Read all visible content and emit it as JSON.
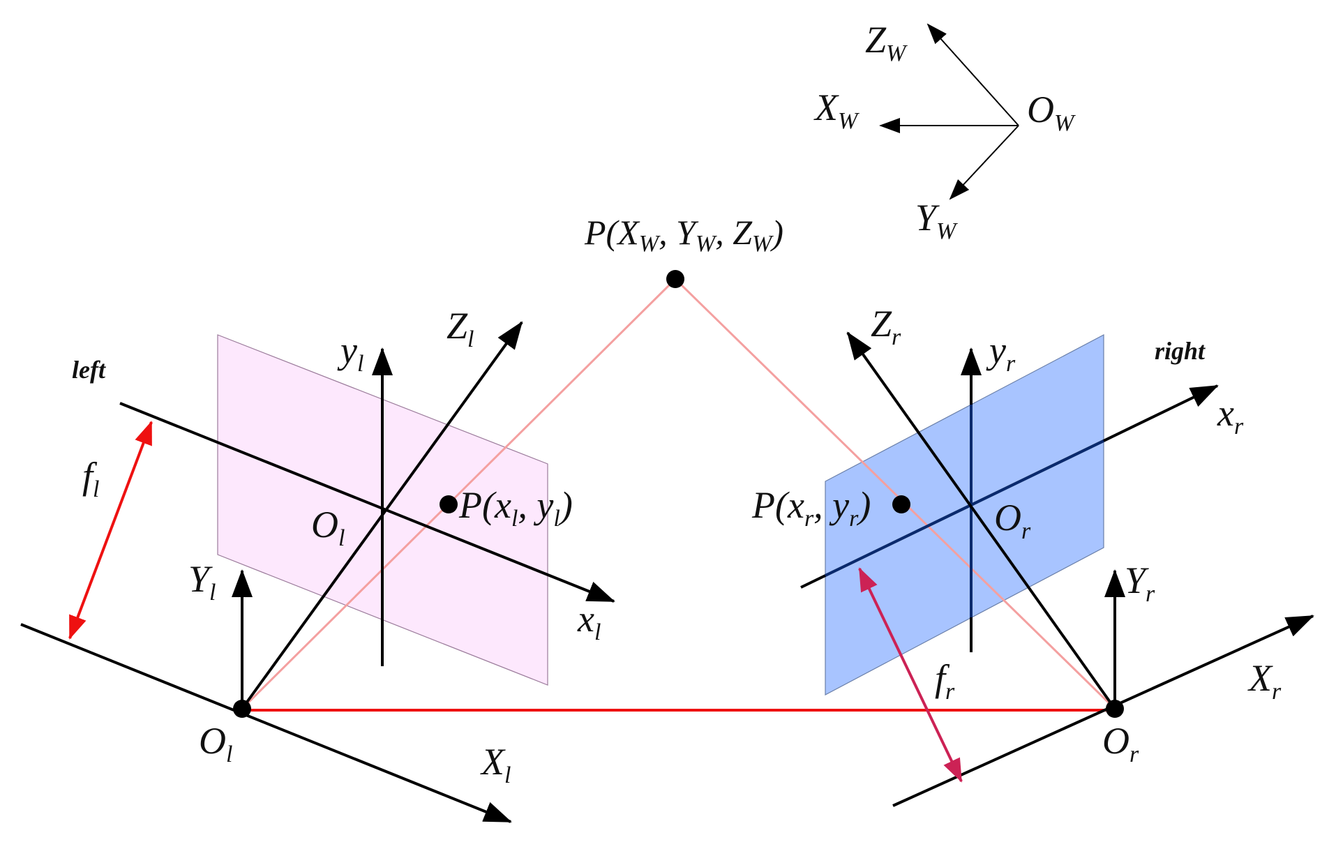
{
  "world_frame": {
    "origin": [
      "O",
      "W"
    ],
    "x_axis": [
      "X",
      "W"
    ],
    "y_axis": [
      "Y",
      "W"
    ],
    "z_axis": [
      "Z",
      "W"
    ]
  },
  "world_point": {
    "text": "P(X",
    "sub1": "W",
    "mid1": ", Y",
    "sub2": "W",
    "mid2": ", Z",
    "sub3": "W",
    "end": ")"
  },
  "left_camera": {
    "name": "left",
    "focal": [
      "f",
      "l"
    ],
    "camera_origin": [
      "O",
      "l"
    ],
    "camera_x": [
      "X",
      "l"
    ],
    "camera_y": [
      "Y",
      "l"
    ],
    "camera_z": [
      "Z",
      "l"
    ],
    "image_origin": [
      "O",
      "l"
    ],
    "image_x": [
      "x",
      "l"
    ],
    "image_y": [
      "y",
      "l"
    ],
    "point": {
      "pre": "P(x",
      "s1": "l",
      "mid": ", y",
      "s2": "l",
      "end": ")"
    },
    "plane_color": "#fde8fd"
  },
  "right_camera": {
    "name": "right",
    "focal": [
      "f",
      "r"
    ],
    "camera_origin": [
      "O",
      "r"
    ],
    "camera_x": [
      "X",
      "r"
    ],
    "camera_y": [
      "Y",
      "r"
    ],
    "camera_z": [
      "Z",
      "r"
    ],
    "image_origin": [
      "O",
      "r"
    ],
    "image_x": [
      "x",
      "r"
    ],
    "image_y": [
      "y",
      "r"
    ],
    "point": {
      "pre": "P(x",
      "s1": "r",
      "mid": ", y",
      "s2": "r",
      "end": ")"
    },
    "plane_color": "#a8c4ff"
  },
  "colors": {
    "axis": "#000000",
    "baseline": "#ee1111",
    "ray": "#f4a0a0",
    "focal_arrow": "#ee1111",
    "focal_arrow_right": "#cc2255"
  }
}
